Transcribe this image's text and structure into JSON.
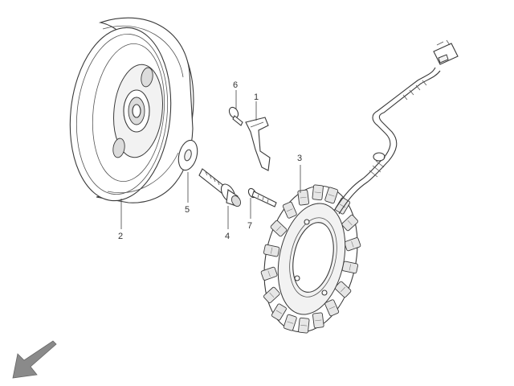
{
  "callouts": [
    {
      "id": "1",
      "part": "bracket-clip"
    },
    {
      "id": "2",
      "part": "flywheel-rotor"
    },
    {
      "id": "3",
      "part": "stator-coil"
    },
    {
      "id": "4",
      "part": "flange-bolt"
    },
    {
      "id": "5",
      "part": "washer"
    },
    {
      "id": "6",
      "part": "small-screw"
    },
    {
      "id": "7",
      "part": "stator-bolt"
    }
  ],
  "colors": {
    "line": "#3a3a3a",
    "arrow": "#777777",
    "background": "#ffffff"
  },
  "icons": {
    "direction": "arrow-down-left-icon"
  }
}
